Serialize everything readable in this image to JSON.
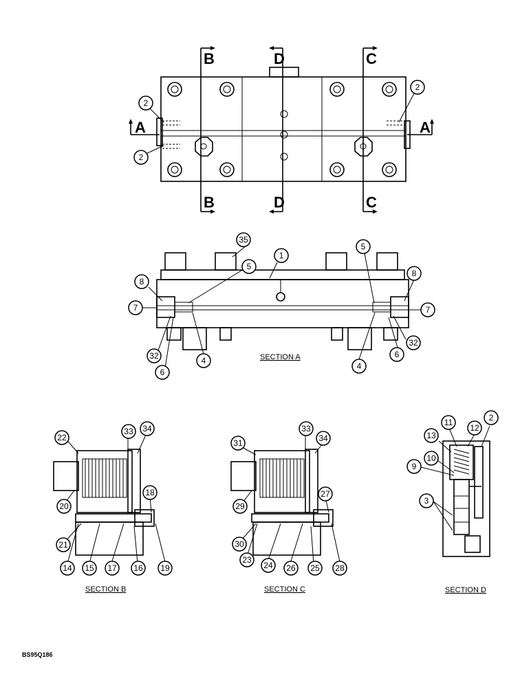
{
  "section_letters": {
    "b_top": "B",
    "d_top": "D",
    "c_top": "C",
    "b_bottom": "B",
    "d_bottom": "D",
    "c_bottom": "C",
    "a_left": "A",
    "a_right": "A"
  },
  "captions": {
    "section_a": "SECTION A",
    "section_b": "SECTION B",
    "section_c": "SECTION C",
    "section_d": "SECTION D"
  },
  "drawing_code": "BS95Q186",
  "callouts": {
    "top_2a": "2",
    "top_2b": "2",
    "top_2c": "2",
    "a_35": "35",
    "a_1": "1",
    "a_5l": "5",
    "a_5r": "5",
    "a_8l": "8",
    "a_8r": "8",
    "a_7l": "7",
    "a_7r": "7",
    "a_32l": "32",
    "a_32r": "32",
    "a_4l": "4",
    "a_4r": "4",
    "a_6l": "6",
    "a_6r": "6",
    "b_22": "22",
    "b_33": "33",
    "b_34": "34",
    "b_20": "20",
    "b_18": "18",
    "b_21": "21",
    "b_14": "14",
    "b_15": "15",
    "b_17": "17",
    "b_16": "16",
    "b_19": "19",
    "c_31": "31",
    "c_33": "33",
    "c_34": "34",
    "c_29": "29",
    "c_27": "27",
    "c_30": "30",
    "c_23": "23",
    "c_24": "24",
    "c_26": "26",
    "c_25": "25",
    "c_28": "28",
    "d_2": "2",
    "d_11": "11",
    "d_12": "12",
    "d_13": "13",
    "d_10": "10",
    "d_9": "9",
    "d_3": "3"
  }
}
